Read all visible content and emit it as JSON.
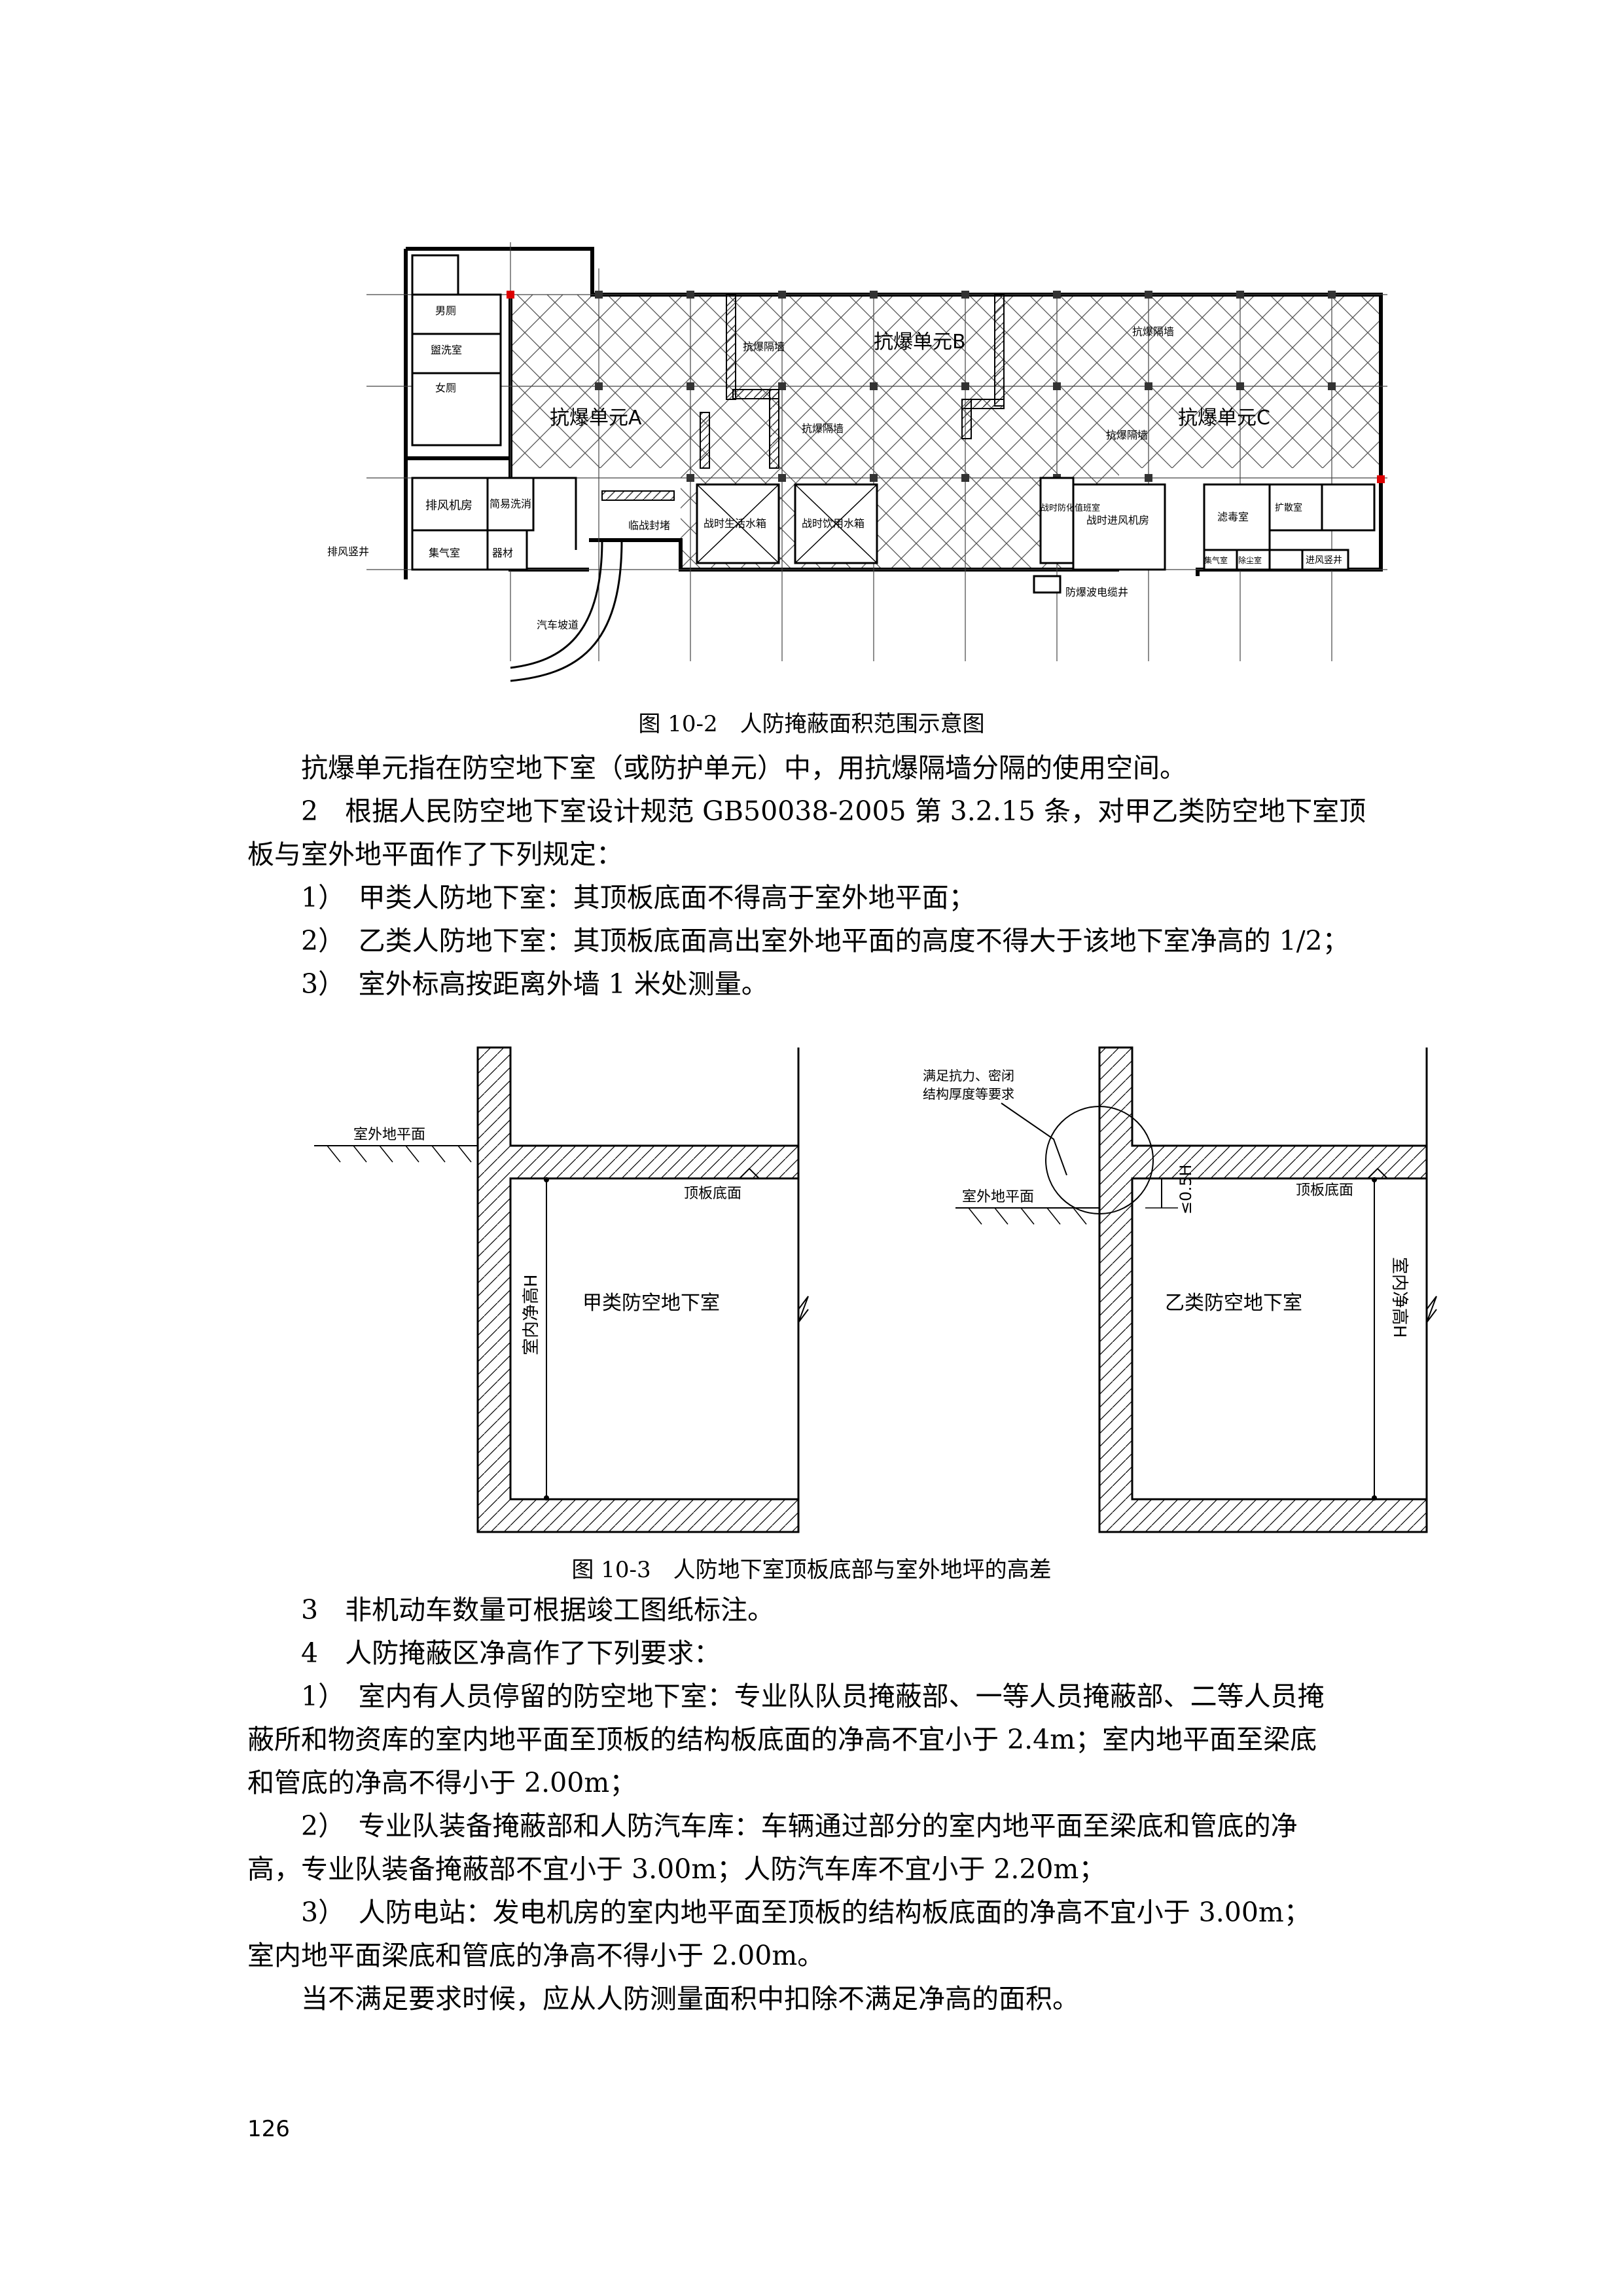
{
  "figure1": {
    "labels": {
      "unit_a": "抗爆单元A",
      "unit_b": "抗爆单元B",
      "unit_c": "抗爆单元C",
      "toilet_m": "男厕",
      "wash": "盥洗室",
      "toilet_f": "女厕",
      "exhaust_room": "排风机房",
      "simple_wash": "简易洗消",
      "collect_room": "集气室",
      "tool_room": "器材",
      "exhaust_shaft": "排风竖井",
      "car_ramp": "汽车坡道",
      "temp_wall": "临战封堵",
      "water_tank1": "战时生活水箱",
      "water_tank2": "战时饮用水箱",
      "blast_wall1": "抗爆隔墙",
      "blast_wall2": "抗爆隔墙",
      "blast_wall3": "抗爆隔墙",
      "blast_wall4": "抗爆隔墙",
      "duty_room": "战时防化值班室",
      "intake_room": "战时进风机房",
      "filter_room": "滤毒室",
      "dense_room": "扩散室",
      "intake_shaft": "进风竖井",
      "cable_shaft": "防爆波电缆井",
      "small1": "集气室",
      "small2": "除尘室"
    },
    "caption": "图 10-2　人防掩蔽面积范围示意图"
  },
  "para1": "抗爆单元指在防空地下室（或防护单元）中，用抗爆隔墙分隔的使用空间。",
  "para2_line1": "2　根据人民防空地下室设计规范 GB50038-2005 第 3.2.15 条，对甲乙类防空地下室顶",
  "para2_line2": "板与室外地平面作了下列规定：",
  "item1": "1）　甲类人防地下室：其顶板底面不得高于室外地平面；",
  "item2": "2）　乙类人防地下室：其顶板底面高出室外地平面的高度不得大于该地下室净高的 1/2；",
  "item3": "3）　室外标高按距离外墙 1 米处测量。",
  "figure2": {
    "left": {
      "ground": "室外地平面",
      "slab": "顶板底面",
      "room": "甲类防空地下室",
      "height": "室内净高H"
    },
    "right": {
      "note_line1": "满足抗力、密闭",
      "note_line2": "结构厚度等要求",
      "ground": "室外地平面",
      "slab": "顶板底面",
      "room": "乙类防空地下室",
      "height": "室内净高H",
      "limit": "≤0.5H"
    },
    "caption": "图 10-3　人防地下室顶板底部与室外地坪的高差"
  },
  "para3": "3　非机动车数量可根据竣工图纸标注。",
  "para4": "4　人防掩蔽区净高作了下列要求：",
  "req1_line1": "1）　室内有人员停留的防空地下室：专业队队员掩蔽部、一等人员掩蔽部、二等人员掩",
  "req1_line2": "蔽所和物资库的室内地平面至顶板的结构板底面的净高不宜小于 2.4m；室内地平面至梁底",
  "req1_line3": "和管底的净高不得小于 2.00m；",
  "req2_line1": "2）　专业队装备掩蔽部和人防汽车库：车辆通过部分的室内地平面至梁底和管底的净",
  "req2_line2": "高，专业队装备掩蔽部不宜小于 3.00m；人防汽车库不宜小于 2.20m；",
  "req3_line1": "3）　人防电站：发电机房的室内地平面至顶板的结构板底面的净高不宜小于 3.00m；",
  "req3_line2": "室内地平面梁底和管底的净高不得小于 2.00m。",
  "para5": "当不满足要求时候，应从人防测量面积中扣除不满足净高的面积。",
  "page_number": "126"
}
